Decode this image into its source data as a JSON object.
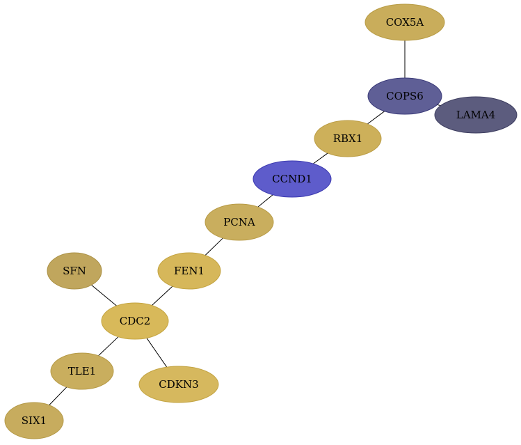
{
  "nodes": [
    {
      "id": "COX5A",
      "label": "COX5A",
      "fill": "#c9ad5b",
      "stroke": "#b89c45"
    },
    {
      "id": "COPS6",
      "label": "COPS6",
      "fill": "#5f5f96",
      "stroke": "#3c3c7a"
    },
    {
      "id": "LAMA4",
      "label": "LAMA4",
      "fill": "#5c5c7e",
      "stroke": "#3e3e60"
    },
    {
      "id": "RBX1",
      "label": "RBX1",
      "fill": "#cdb05a",
      "stroke": "#bb9d45"
    },
    {
      "id": "CCND1",
      "label": "CCND1",
      "fill": "#5e5ccb",
      "stroke": "#3c3ab0"
    },
    {
      "id": "PCNA",
      "label": "PCNA",
      "fill": "#c9ae5e",
      "stroke": "#b89b46"
    },
    {
      "id": "FEN1",
      "label": "FEN1",
      "fill": "#d6b75a",
      "stroke": "#c3a340"
    },
    {
      "id": "SFN",
      "label": "SFN",
      "fill": "#c0a65d",
      "stroke": "#ab9146"
    },
    {
      "id": "CDC2",
      "label": "CDC2",
      "fill": "#d8b95a",
      "stroke": "#c4a43f"
    },
    {
      "id": "TLE1",
      "label": "TLE1",
      "fill": "#c9ae5e",
      "stroke": "#b69a46"
    },
    {
      "id": "CDKN3",
      "label": "CDKN3",
      "fill": "#d6b85e",
      "stroke": "#c3a443"
    },
    {
      "id": "SIX1",
      "label": "SIX1",
      "fill": "#c7ac5e",
      "stroke": "#b39846"
    }
  ],
  "edges": [
    [
      "COX5A",
      "COPS6"
    ],
    [
      "COPS6",
      "LAMA4"
    ],
    [
      "COPS6",
      "RBX1"
    ],
    [
      "RBX1",
      "CCND1"
    ],
    [
      "CCND1",
      "PCNA"
    ],
    [
      "PCNA",
      "FEN1"
    ],
    [
      "FEN1",
      "CDC2"
    ],
    [
      "SFN",
      "CDC2"
    ],
    [
      "CDC2",
      "TLE1"
    ],
    [
      "CDC2",
      "CDKN3"
    ],
    [
      "TLE1",
      "SIX1"
    ]
  ]
}
